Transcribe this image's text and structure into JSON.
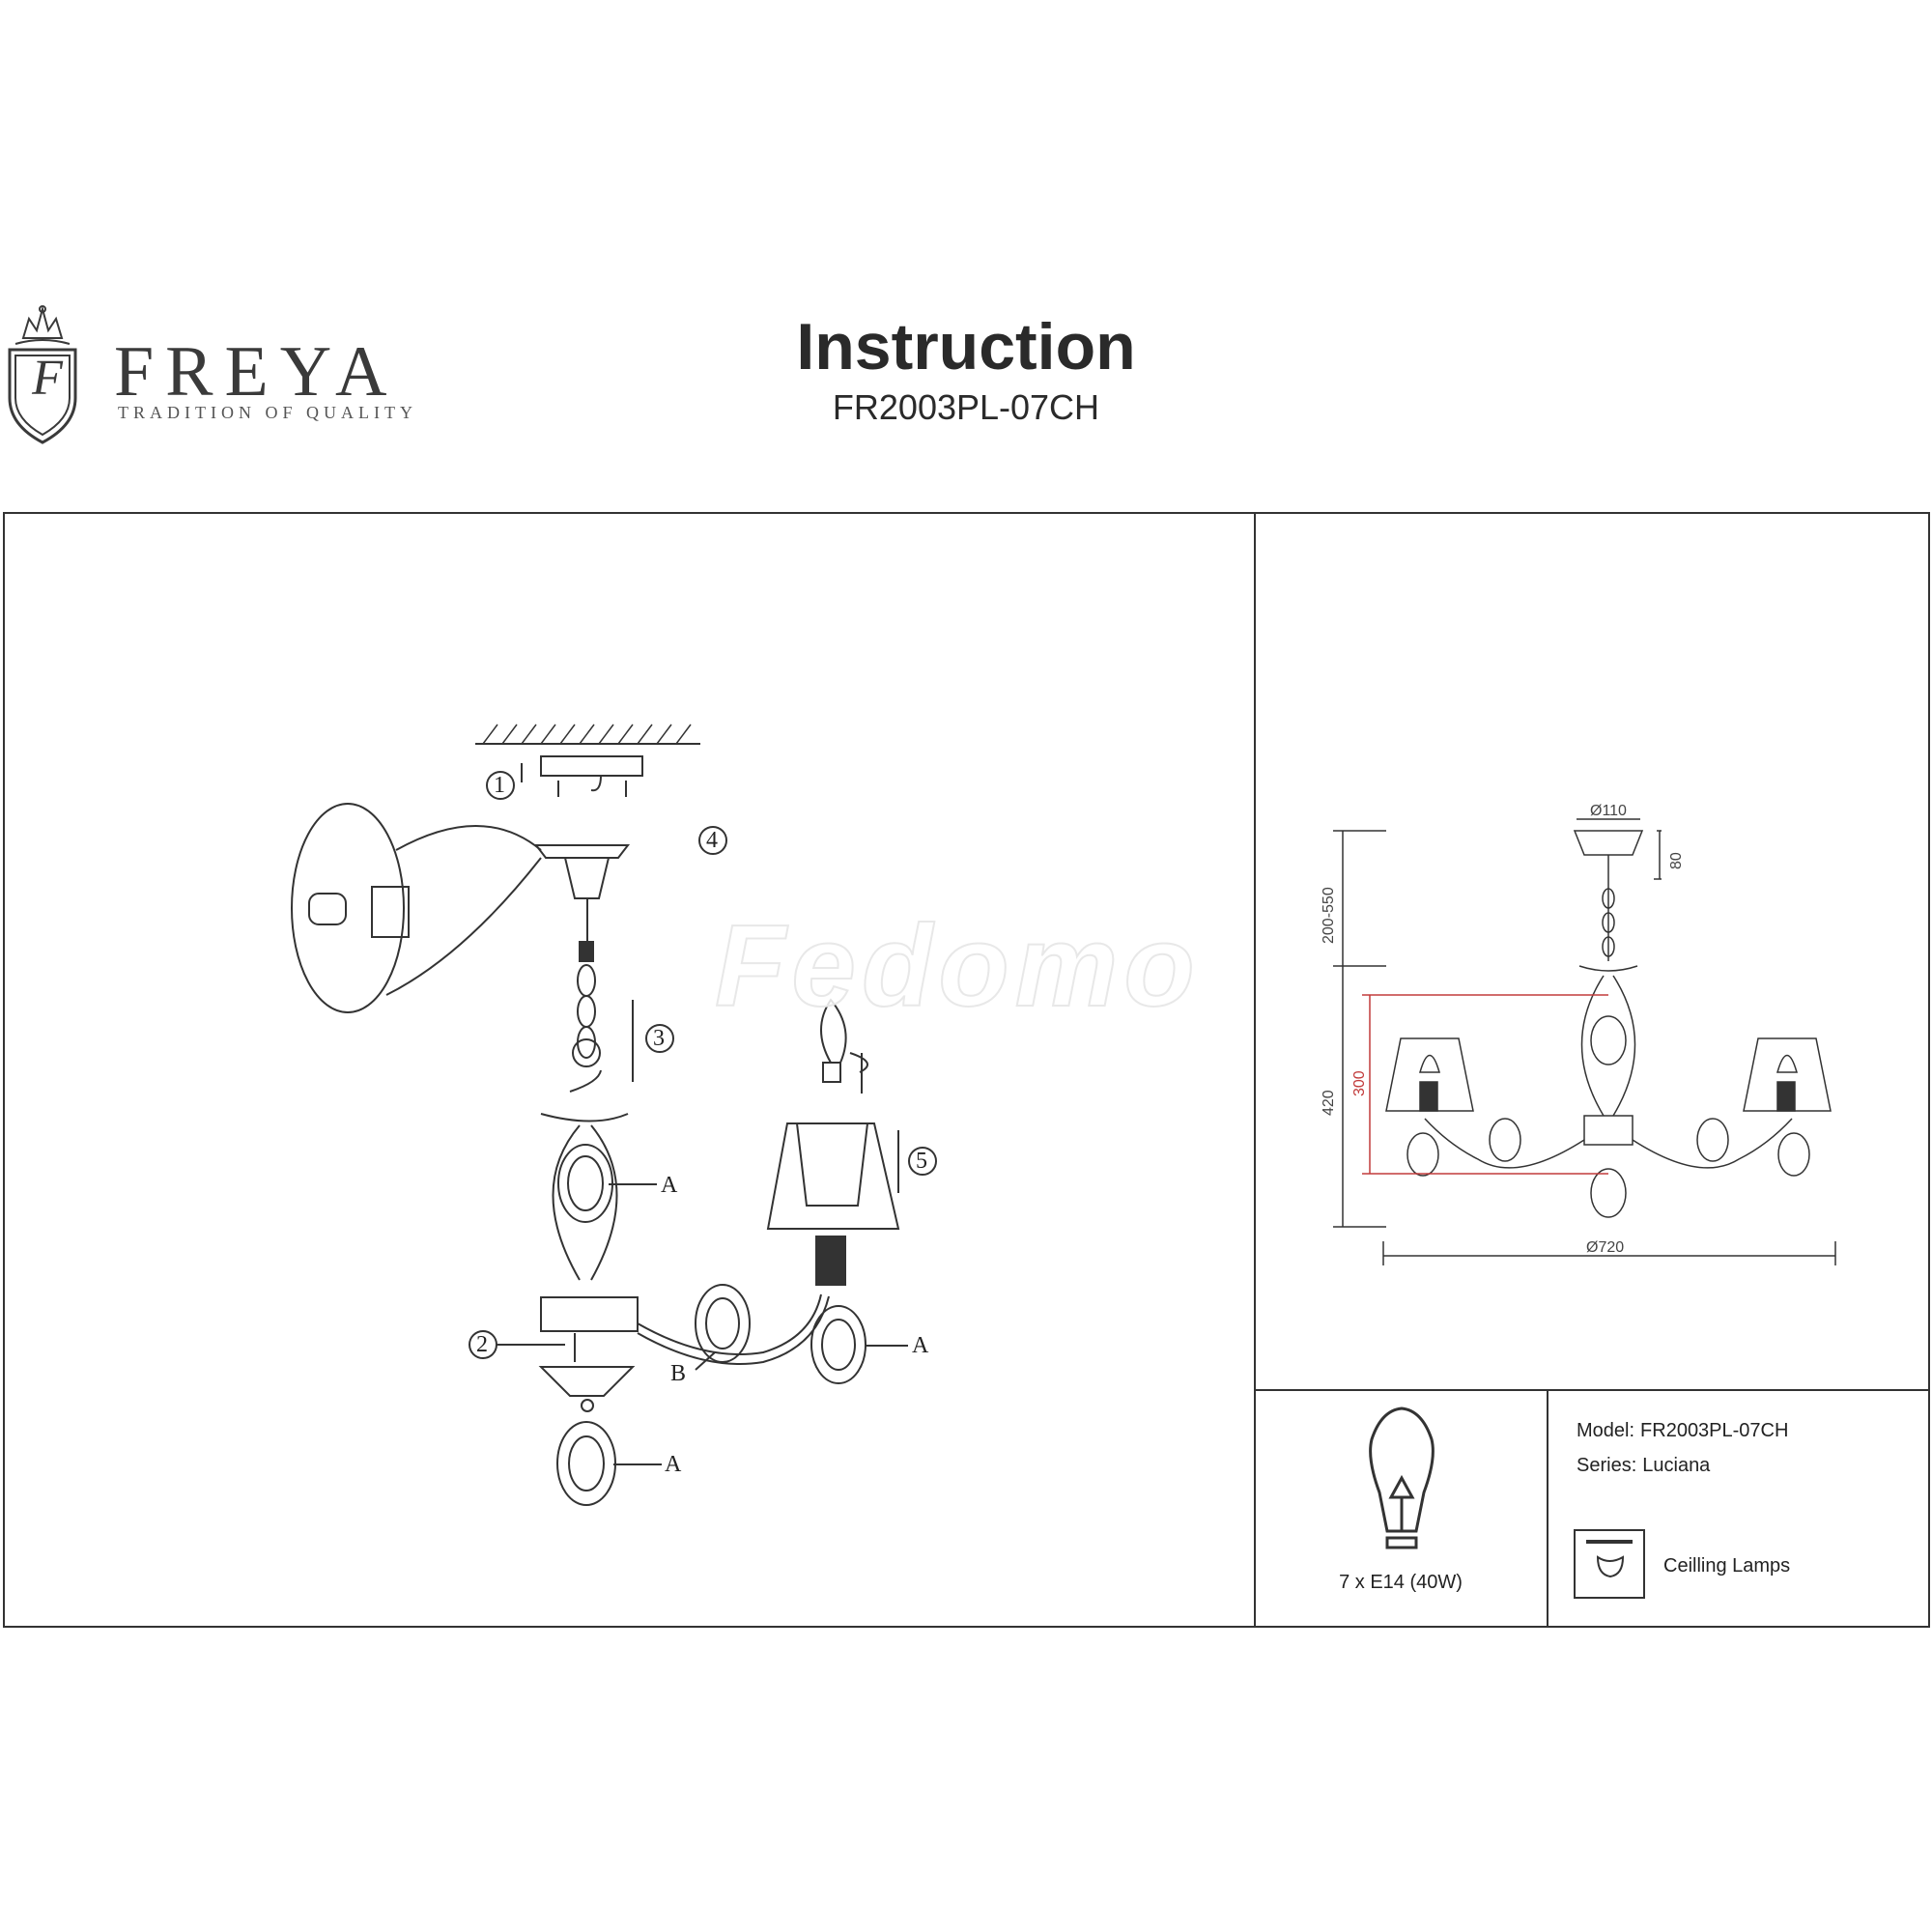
{
  "header": {
    "brand": "FREYA",
    "tagline": "TRADITION OF QUALITY",
    "logo_letter": "F",
    "title": "Instruction",
    "model_code": "FR2003PL-07CH"
  },
  "watermark": "Fedomo",
  "assembly": {
    "steps": [
      "1",
      "2",
      "3",
      "4",
      "5"
    ],
    "part_labels": [
      "A",
      "A",
      "A",
      "B"
    ]
  },
  "dimensions": {
    "canopy_diameter": "Ø110",
    "canopy_height": "80",
    "chain_length": "200-550",
    "body_height": "420",
    "arm_height": "300",
    "total_diameter": "Ø720"
  },
  "specs": {
    "bulbs": "7 x E14 (40W)",
    "model_label": "Model:",
    "model_value": "FR2003PL-07CH",
    "series_label": "Series:",
    "series_value": "Luciana",
    "lamp_type": "Ceilling Lamps"
  },
  "colors": {
    "line": "#333333",
    "dimension_red": "#c23b3b"
  }
}
